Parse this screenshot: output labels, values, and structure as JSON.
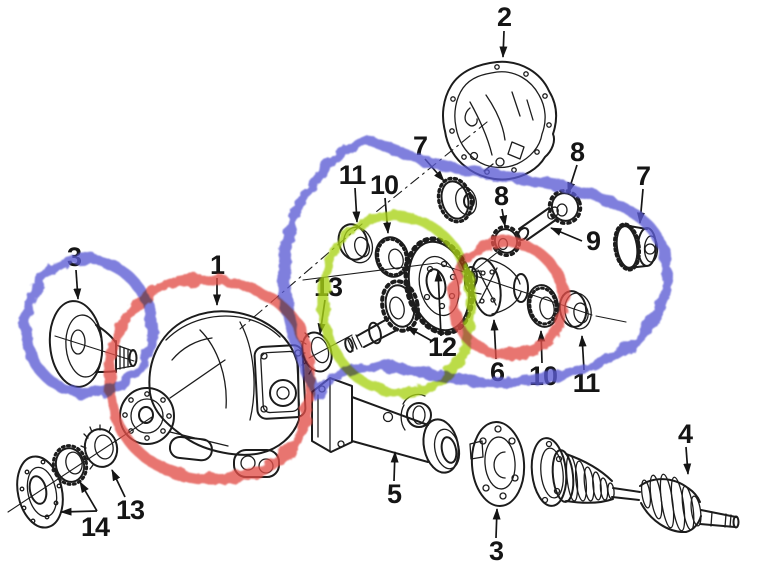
{
  "diagram": {
    "kind": "exploded-parts-diagram",
    "background": "#ffffff",
    "ink": "#1c1c1c",
    "highlights": {
      "blue": "#5b5bd4",
      "red": "#e25048",
      "green": "#a9d318"
    },
    "callouts": [
      {
        "label": "2",
        "part": "differential-cover"
      },
      {
        "label": "7",
        "part": "drive-pinion-bearing"
      },
      {
        "label": "11",
        "part": "bearing-cup"
      },
      {
        "label": "10",
        "part": "side-bearing"
      },
      {
        "label": "8",
        "part": "differential-pinion-gear"
      },
      {
        "label": "8",
        "part": "differential-pinion-gear"
      },
      {
        "label": "9",
        "part": "pinion-mate-shaft"
      },
      {
        "label": "7",
        "part": "drive-pinion-bearing"
      },
      {
        "label": "3",
        "part": "drive-flange"
      },
      {
        "label": "1",
        "part": "differential-carrier-housing"
      },
      {
        "label": "13",
        "part": "oil-seal"
      },
      {
        "label": "12",
        "part": "ring-and-pinion-gear-set"
      },
      {
        "label": "6",
        "part": "differential-case"
      },
      {
        "label": "10",
        "part": "side-bearing"
      },
      {
        "label": "11",
        "part": "bearing-cup"
      },
      {
        "label": "5",
        "part": "axle-tube"
      },
      {
        "label": "3",
        "part": "drive-flange"
      },
      {
        "label": "4",
        "part": "cv-axle-shaft"
      },
      {
        "label": "14",
        "part": "flange-and-bearing"
      },
      {
        "label": "13",
        "part": "oil-seal"
      }
    ]
  }
}
